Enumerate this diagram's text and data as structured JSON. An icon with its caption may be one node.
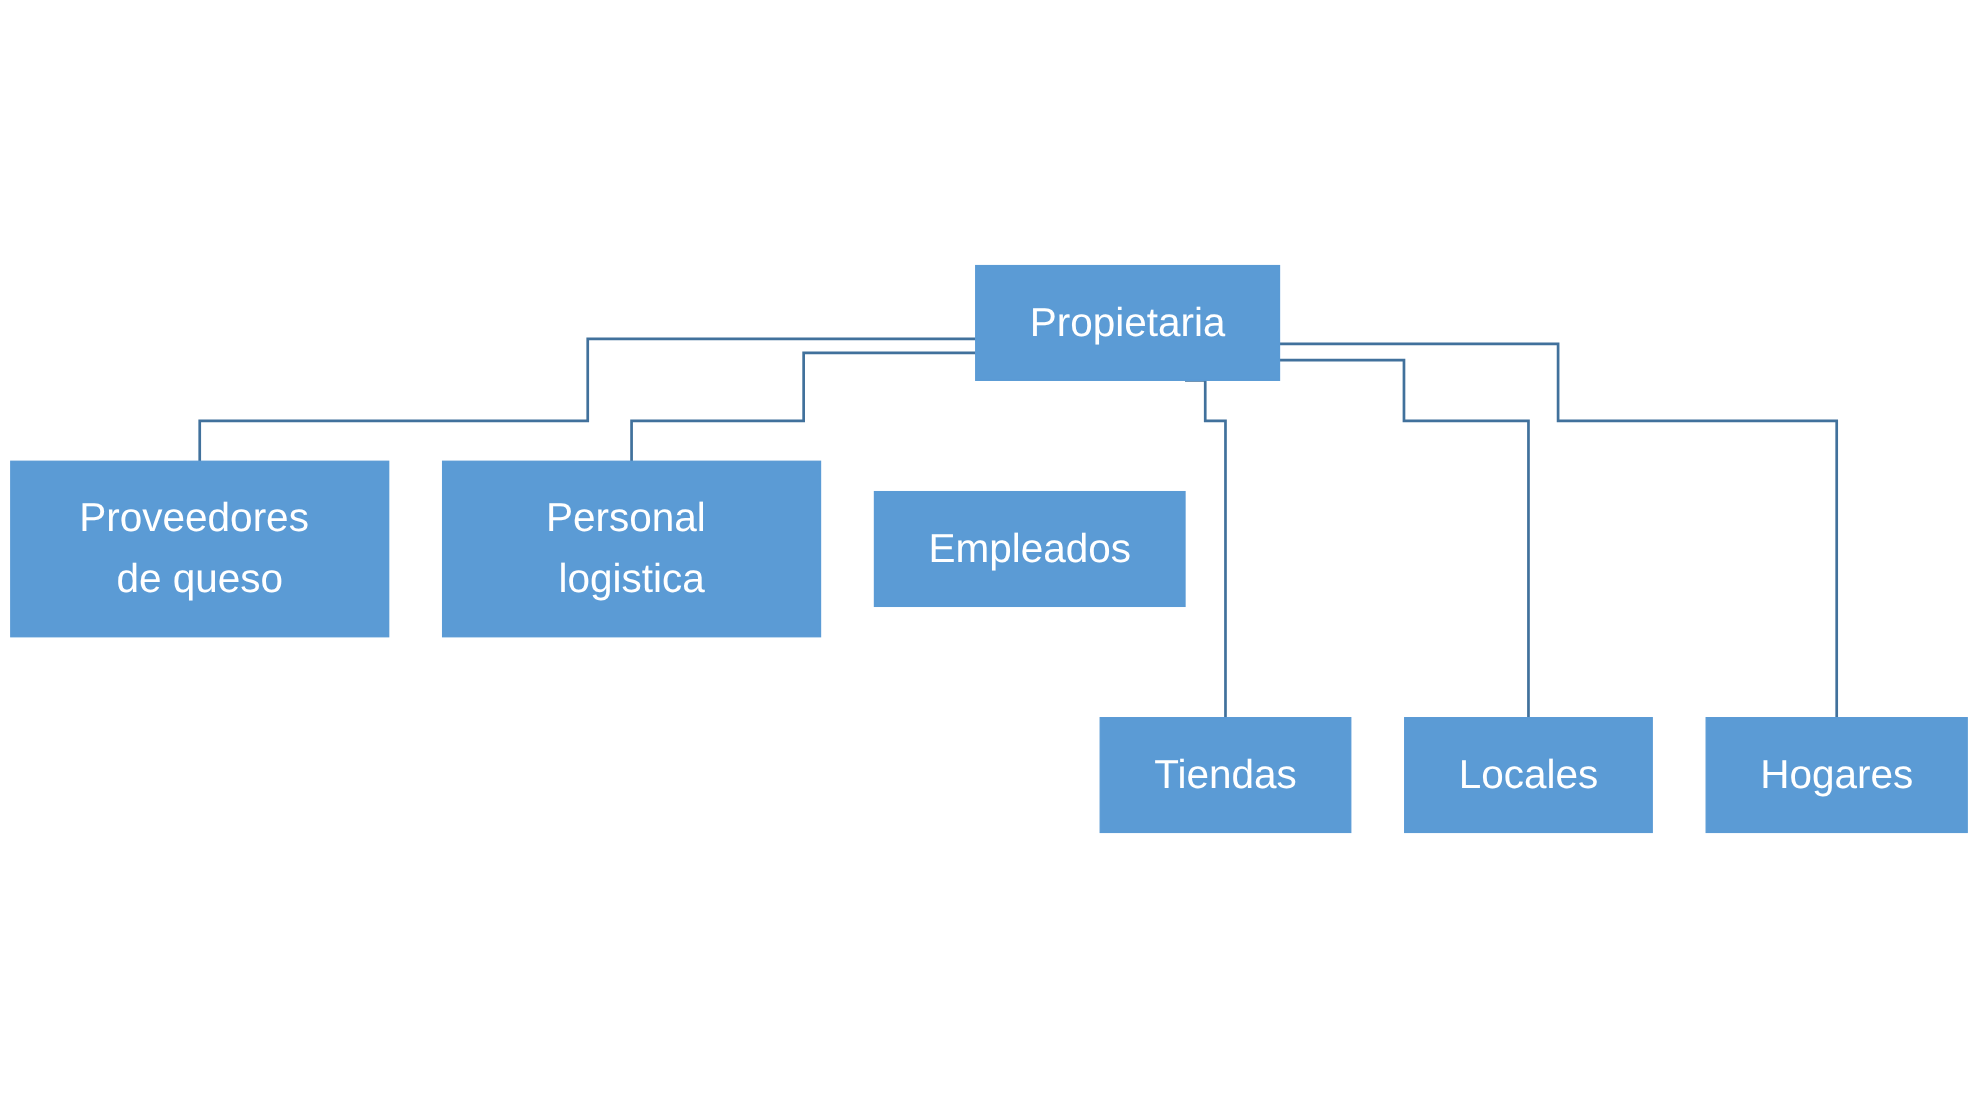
{
  "diagram": {
    "nodes": [
      {
        "text": [
          "Propietaria"
        ]
      },
      {
        "text": [
          "Proveedores de queso"
        ]
      },
      {
        "text": [
          "Personal logistica"
        ]
      },
      {
        "text": [
          "Empleados"
        ]
      },
      {
        "text": [
          "Tiendas"
        ]
      },
      {
        "text": [
          "Locales"
        ]
      },
      {
        "text": [
          "Hogares"
        ]
      }
    ],
    "edges": [
      {
        "from": 0,
        "to": 1,
        "arrow": "none"
      },
      {
        "from": 0,
        "to": 2,
        "arrow": "none"
      },
      {
        "from": 0,
        "to": 4,
        "arrow": "none"
      },
      {
        "from": 0,
        "to": 5,
        "arrow": "none"
      },
      {
        "from": 0,
        "to": 6,
        "arrow": "none"
      }
    ]
  }
}
